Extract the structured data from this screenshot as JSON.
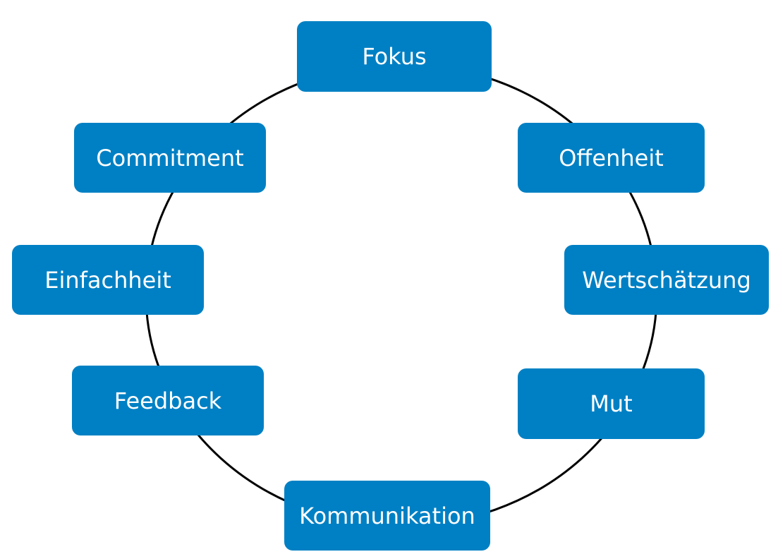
{
  "diagram": {
    "type": "cycle",
    "colors": {
      "node_fill": "#0080c4",
      "node_text": "#ffffff",
      "ring_stroke": "#000000"
    },
    "nodes": [
      {
        "label": "Fokus"
      },
      {
        "label": "Offenheit"
      },
      {
        "label": "Wertschätzung"
      },
      {
        "label": "Mut"
      },
      {
        "label": "Kommunikation"
      },
      {
        "label": "Feedback"
      },
      {
        "label": "Einfachheit"
      },
      {
        "label": "Commitment"
      }
    ]
  }
}
